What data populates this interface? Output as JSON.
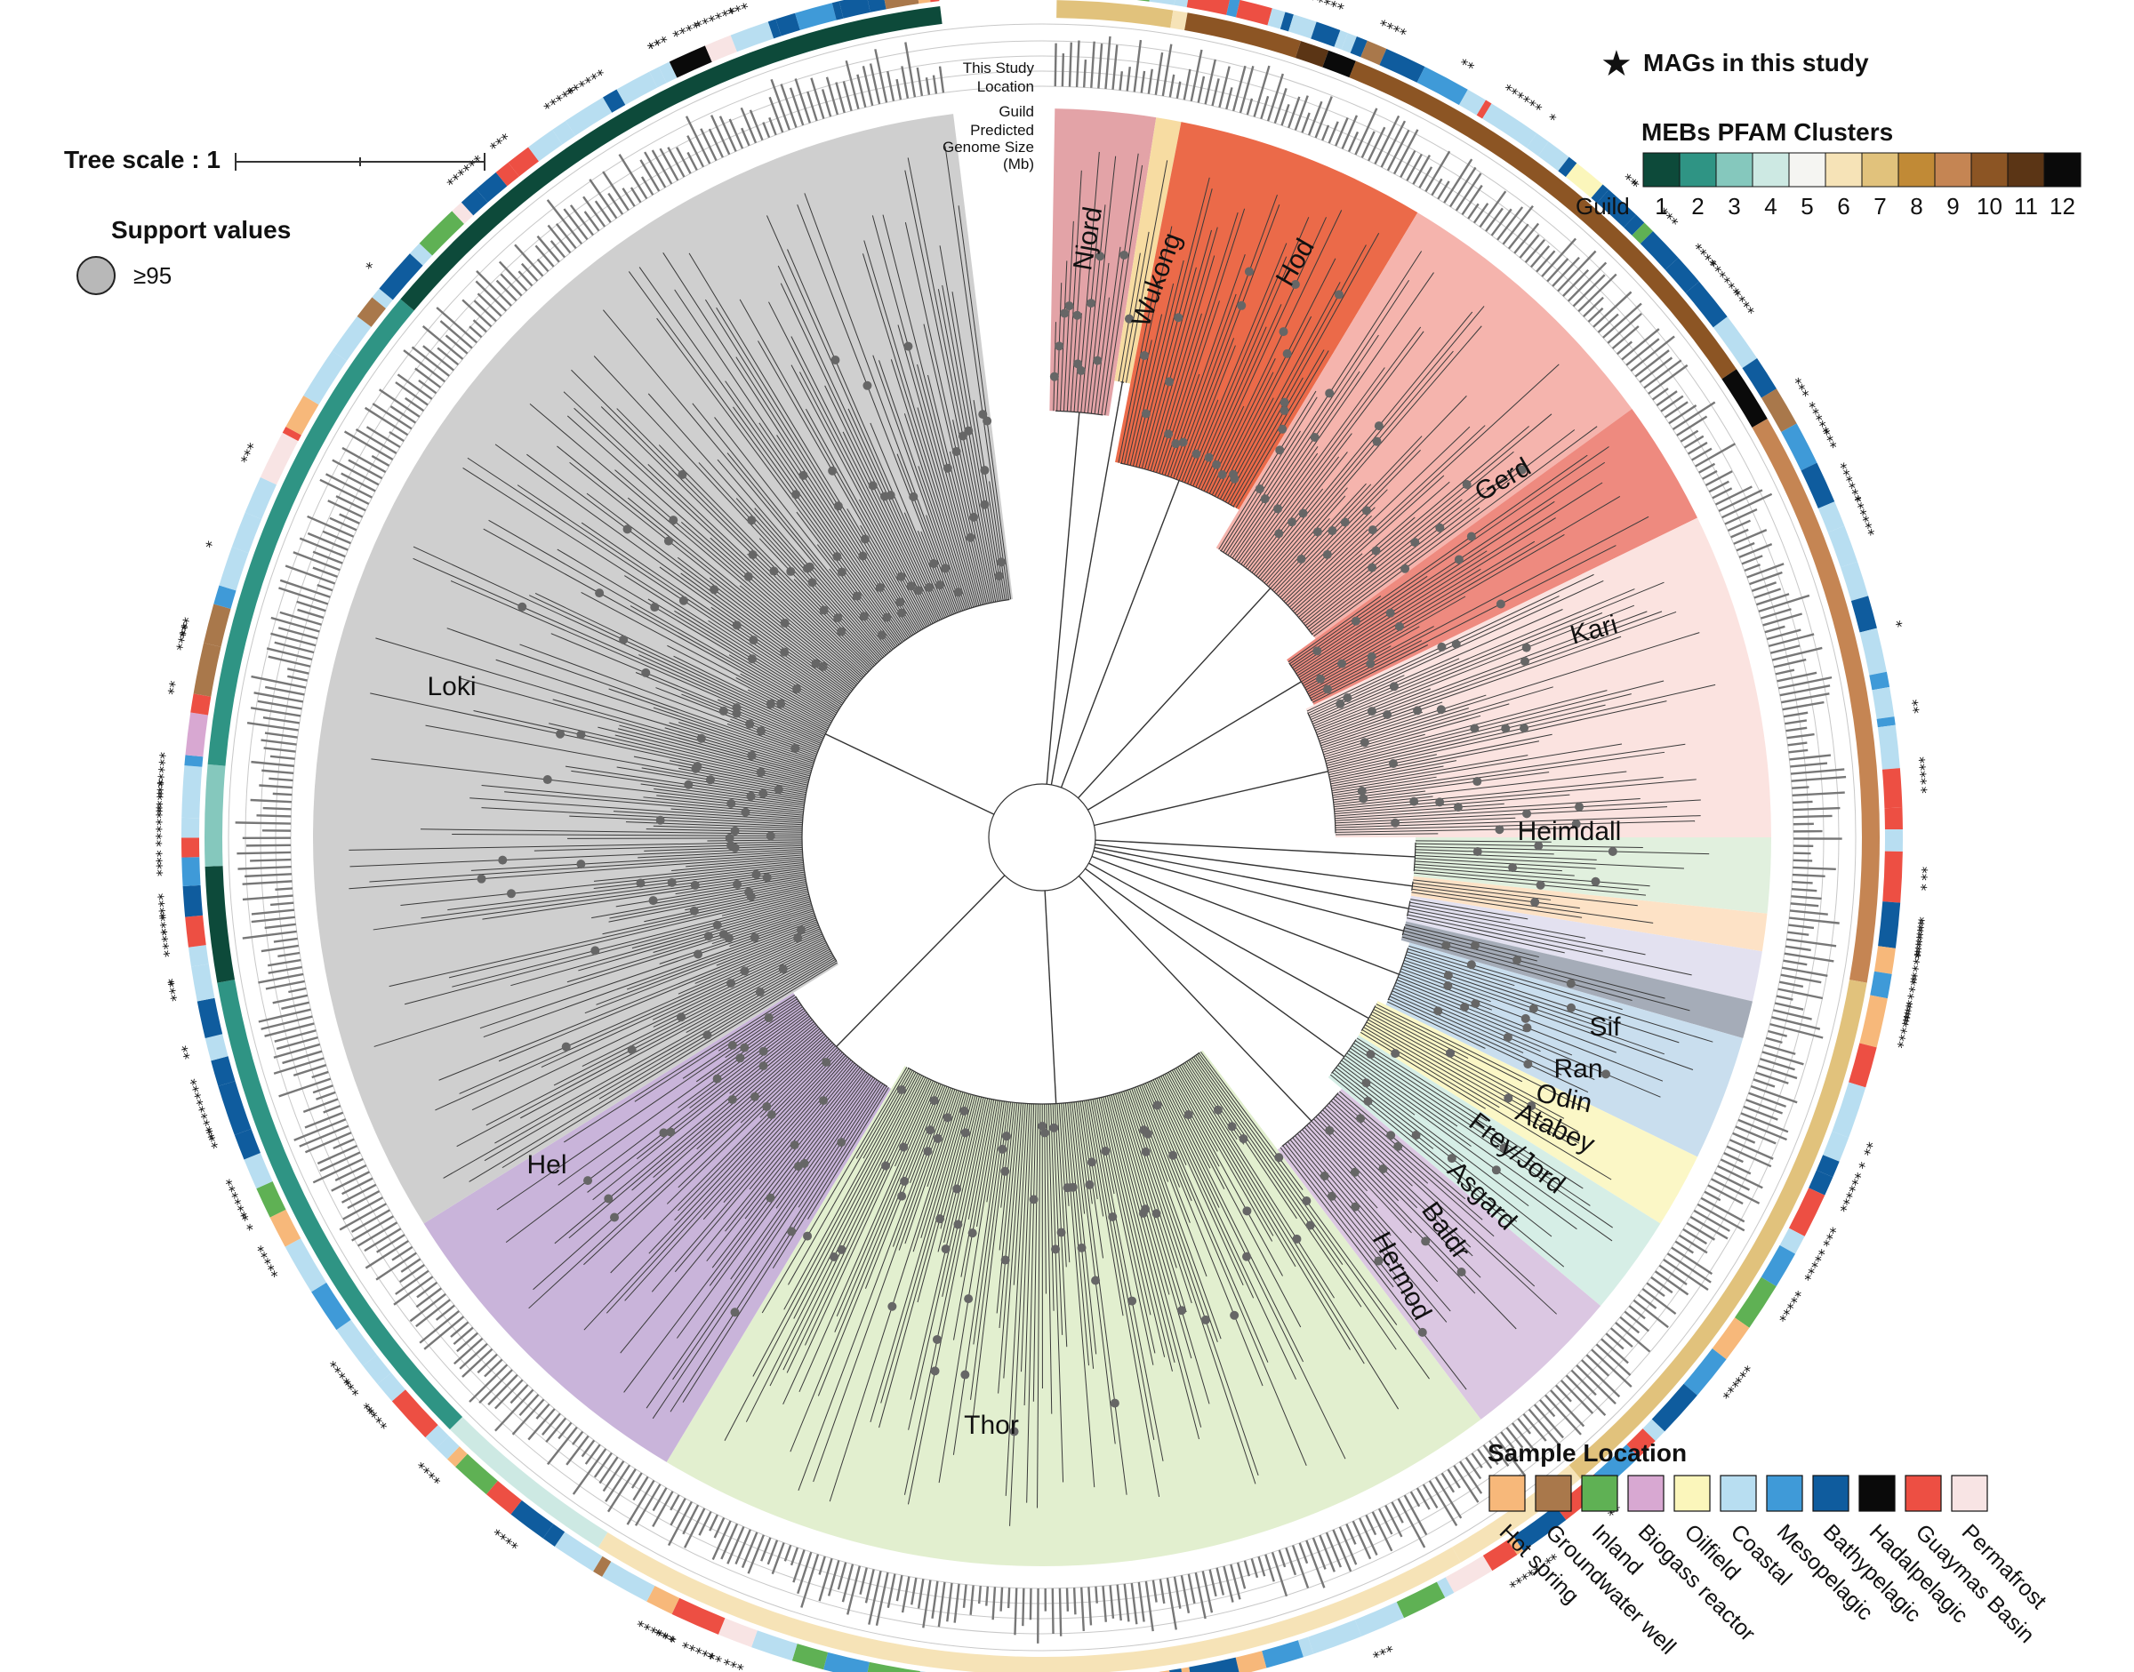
{
  "header": {
    "star_legend": "MAGs in this study"
  },
  "tree_scale": {
    "label": "Tree scale : 1"
  },
  "support": {
    "title": "Support values",
    "value_label": "≥95"
  },
  "ring_labels": [
    "This Study",
    "Location",
    "Guild",
    "Predicted",
    "Genome Size",
    "(Mb)"
  ],
  "guild_legend": {
    "title": "MEBs PFAM Clusters",
    "row_label": "Guild",
    "items": [
      {
        "n": "1",
        "color": "#0d4a3a"
      },
      {
        "n": "2",
        "color": "#2f9484"
      },
      {
        "n": "3",
        "color": "#85c8bd"
      },
      {
        "n": "4",
        "color": "#cde9e3"
      },
      {
        "n": "5",
        "color": "#f5f5f2"
      },
      {
        "n": "6",
        "color": "#f6e3b7"
      },
      {
        "n": "7",
        "color": "#e1c27c"
      },
      {
        "n": "8",
        "color": "#c18a36"
      },
      {
        "n": "9",
        "color": "#c58553"
      },
      {
        "n": "10",
        "color": "#8c5524"
      },
      {
        "n": "11",
        "color": "#5b3515"
      },
      {
        "n": "12",
        "color": "#0a0a0a"
      }
    ]
  },
  "location_legend": {
    "title": "Sample Location",
    "items": [
      {
        "name": "Hot spring",
        "color": "#f7b87a"
      },
      {
        "name": "Groundwater well",
        "color": "#a9784b"
      },
      {
        "name": "Inland",
        "color": "#5fb154"
      },
      {
        "name": "Biogass reactor",
        "color": "#d8a8d2"
      },
      {
        "name": "Oilfield",
        "color": "#fbf6bb"
      },
      {
        "name": "Coastal",
        "color": "#b8def1"
      },
      {
        "name": "Mesopelagic",
        "color": "#3f9ad8"
      },
      {
        "name": "Bathypelagic",
        "color": "#0f5c9e"
      },
      {
        "name": "Hadalpelagic",
        "color": "#0a0a0a"
      },
      {
        "name": "Guaymas Basin",
        "color": "#ed4f43"
      },
      {
        "name": "Permafrost",
        "color": "#f8e4e4"
      }
    ]
  },
  "clades": [
    {
      "name": "Njord",
      "color": "#e3a3a7"
    },
    {
      "name": "Wukong",
      "color": "#f7dca2"
    },
    {
      "name": "Hod",
      "color": "#eb6a49"
    },
    {
      "name": "Gerd",
      "color": "#f5b4ad"
    },
    {
      "name": "Kari",
      "color": "#ee8a7f"
    },
    {
      "name": "Heimdall",
      "color": "#fbe3e0"
    },
    {
      "name": "Sif",
      "color": "#e1f0de"
    },
    {
      "name": "Ran",
      "color": "#fde2c6"
    },
    {
      "name": "Odin",
      "color": "#e3e1f0"
    },
    {
      "name": "Atabey",
      "color": "#a5acb8"
    },
    {
      "name": "Frey/Jord",
      "color": "#c9deee"
    },
    {
      "name": "Asgard",
      "color": "#fbf7c6"
    },
    {
      "name": "Baldr",
      "color": "#d6eee6"
    },
    {
      "name": "Hermod",
      "color": "#dbc7e2"
    },
    {
      "name": "Thor",
      "color": "#e2efcf"
    },
    {
      "name": "Hel",
      "color": "#c9b4da"
    },
    {
      "name": "Loki",
      "color": "#cfcfcf"
    }
  ]
}
